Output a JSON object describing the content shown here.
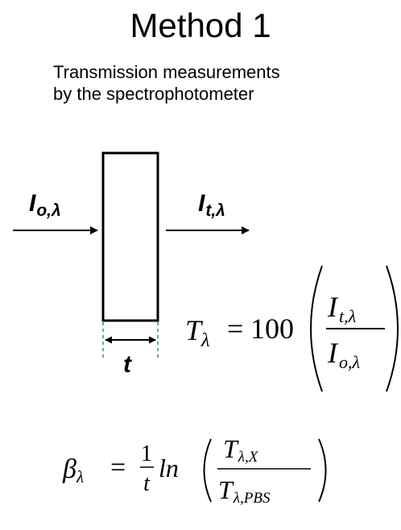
{
  "heading": {
    "title": "Method 1",
    "subtitle_line1": "Transmission measurements",
    "subtitle_line2": "by the spectrophotometer"
  },
  "labels": {
    "incident_main": "I",
    "incident_sub": "o,λ",
    "transmitted_main": "I",
    "transmitted_sub": "t,λ",
    "thickness": "t"
  },
  "equation_transmission": {
    "lhs_main": "T",
    "lhs_sub": "λ",
    "equals": "=",
    "coefficient": "100",
    "numerator_main": "I",
    "numerator_sub": "t,λ",
    "denominator_main": "I",
    "denominator_sub": "o,λ"
  },
  "equation_beta": {
    "lhs_main": "β",
    "lhs_sub": "λ",
    "equals": "=",
    "frac_num": "1",
    "frac_den": "t",
    "function": "ln",
    "numerator_main": "T",
    "numerator_sub": "λ,X",
    "denominator_main": "T",
    "denominator_sub": "λ,PBS"
  },
  "colors": {
    "ink": "#000000",
    "guide": "#2a8a9a",
    "background": "#ffffff"
  }
}
